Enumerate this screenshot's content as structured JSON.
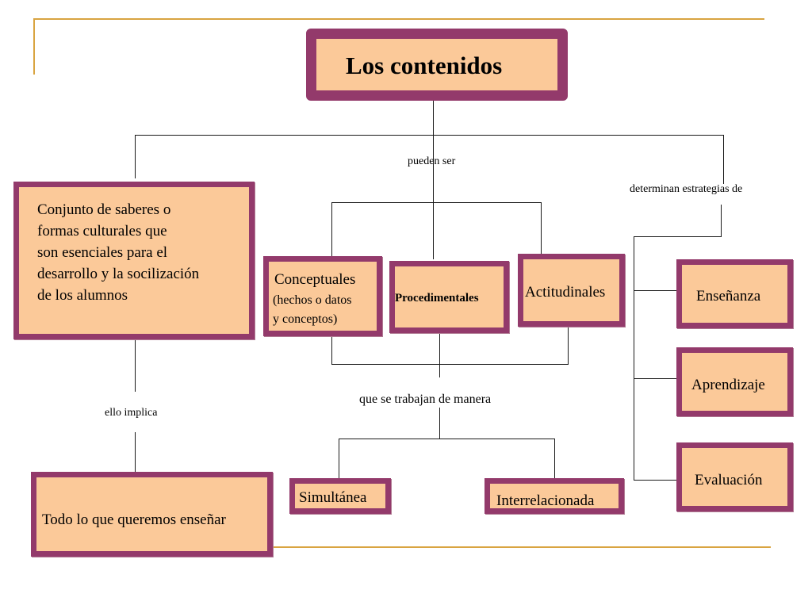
{
  "diagram": {
    "title": "Los contenidos",
    "edge_labels": {
      "pueden_ser": "pueden ser",
      "determinan": "determinan estrategias de",
      "ello_implica": "ello  implica",
      "se_trabajan": "que se trabajan de manera"
    },
    "definition": {
      "lines": [
        "Conjunto de saberes o",
        "formas  culturales  que",
        "son esenciales para el",
        "desarrollo y la socilización",
        "de los alumnos"
      ]
    },
    "implication": "Todo lo que queremos enseñar",
    "types": {
      "conceptuales": "Conceptuales",
      "conceptuales_note_1": "(hechos o datos",
      "conceptuales_note_2": "y conceptos)",
      "procedimentales": "Procedimentales",
      "actitudinales": "Actitudinales"
    },
    "modes": {
      "simultanea": "Simultánea",
      "interrelacionada": "Interrelacionada"
    },
    "strategies": {
      "ensenanza": "Enseñanza",
      "aprendizaje": "Aprendizaje",
      "evaluacion": "Evaluación"
    }
  },
  "colors": {
    "box_fill": "#fbc999",
    "box_border": "#933a6b",
    "connector": "#1a1a1a",
    "decoration": "#d9a441"
  }
}
